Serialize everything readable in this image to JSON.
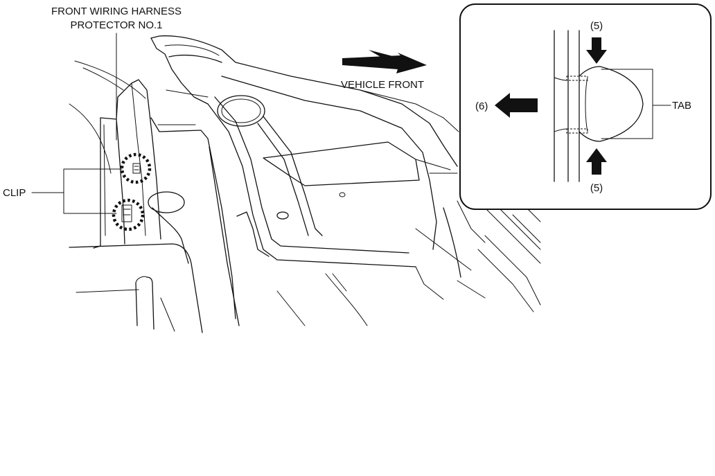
{
  "labels": {
    "protector_line1": "FRONT WIRING HARNESS",
    "protector_line2": "PROTECTOR NO.1",
    "clip": "CLIP",
    "vehicle_front": "VEHICLE FRONT",
    "step_5_top": "(5)",
    "step_5_bottom": "(5)",
    "step_6": "(6)",
    "tab": "TAB"
  }
}
